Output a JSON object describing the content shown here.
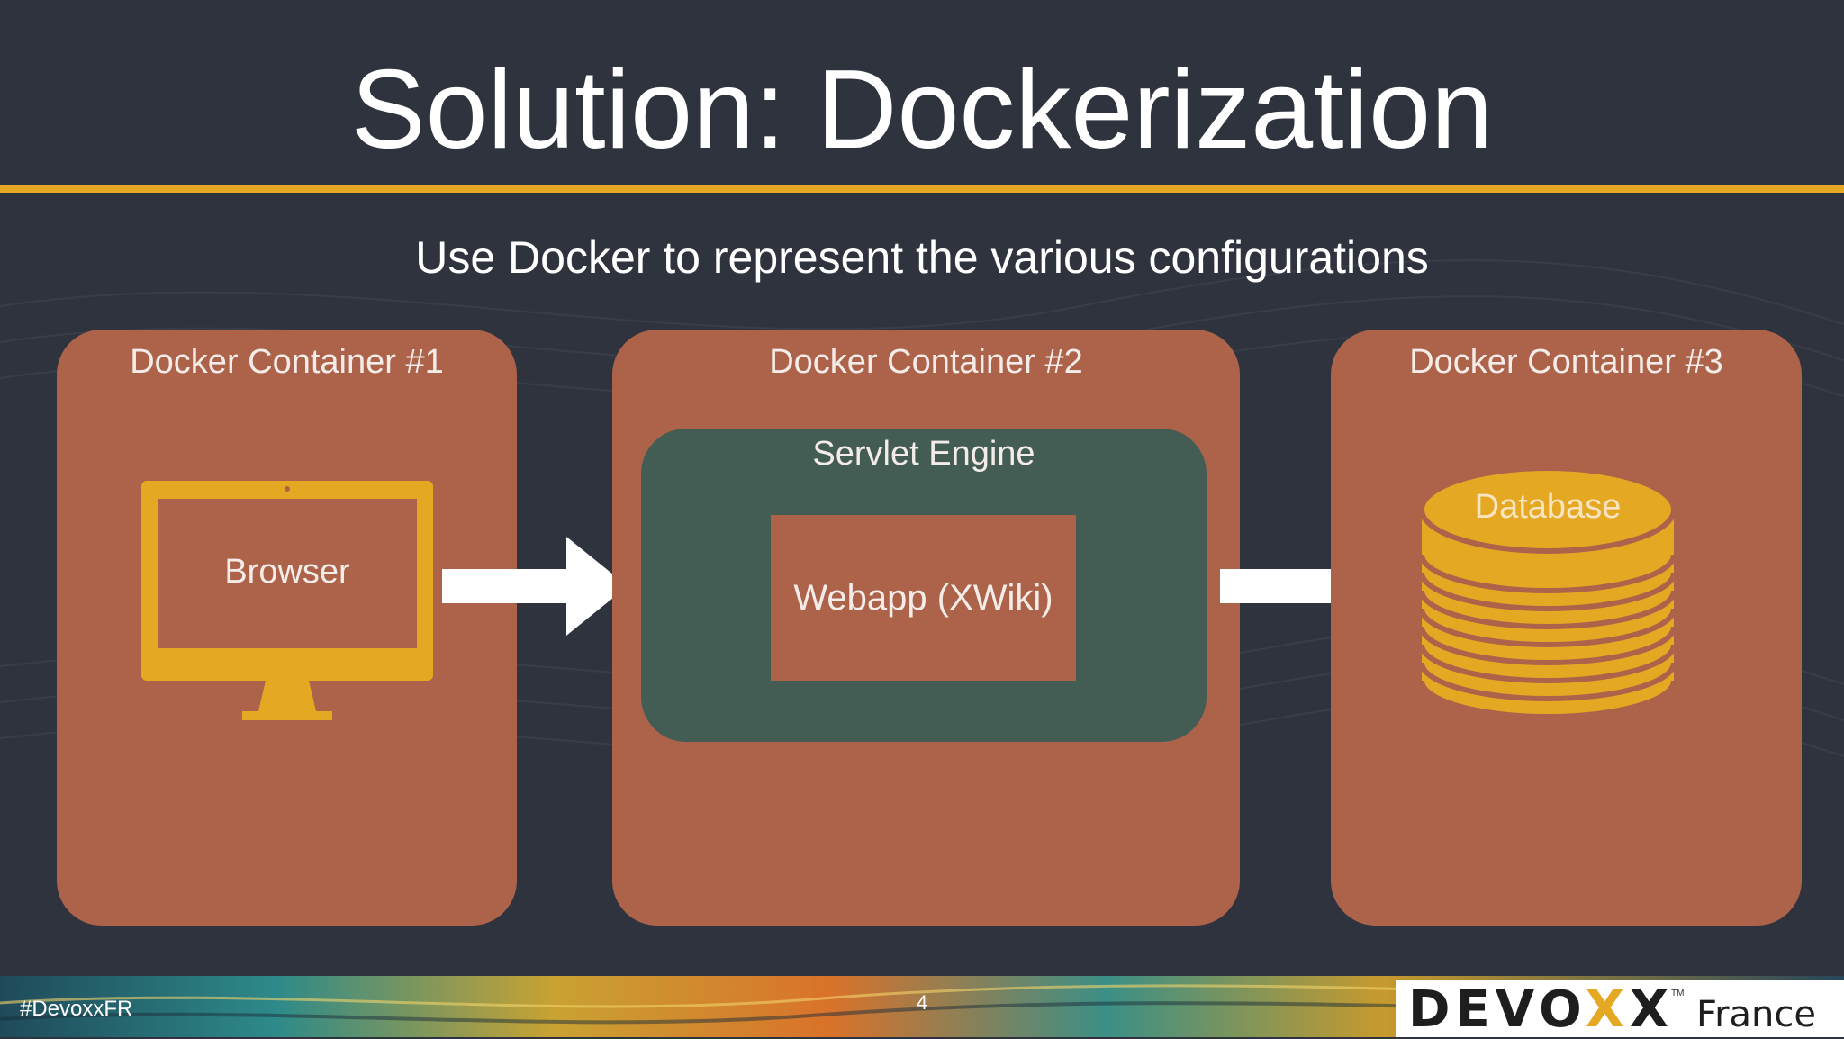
{
  "slide": {
    "title": "Solution: Dockerization",
    "subtitle": "Use Docker to represent the various configurations"
  },
  "containers": [
    {
      "label": "Docker Container #1",
      "content": {
        "icon": "monitor-icon",
        "label": "Browser"
      }
    },
    {
      "label": "Docker Container #2",
      "content": {
        "engine_label": "Servlet Engine",
        "webapp_label": "Webapp (XWiki)"
      }
    },
    {
      "label": "Docker Container #3",
      "content": {
        "icon": "database-icon",
        "label": "Database"
      }
    }
  ],
  "arrows": [
    "arrow-right-icon",
    "arrow-right-icon"
  ],
  "footer": {
    "hashtag": "#DevoxxFR",
    "page_number": "4",
    "logo": {
      "wordmark": "DEVOXX",
      "tm": "TM",
      "region": "France"
    }
  },
  "colors": {
    "background": "#2f333d",
    "accent": "#e5a823",
    "container": "#ad624a",
    "servlet_engine": "#435d55",
    "text": "#ffffff"
  }
}
